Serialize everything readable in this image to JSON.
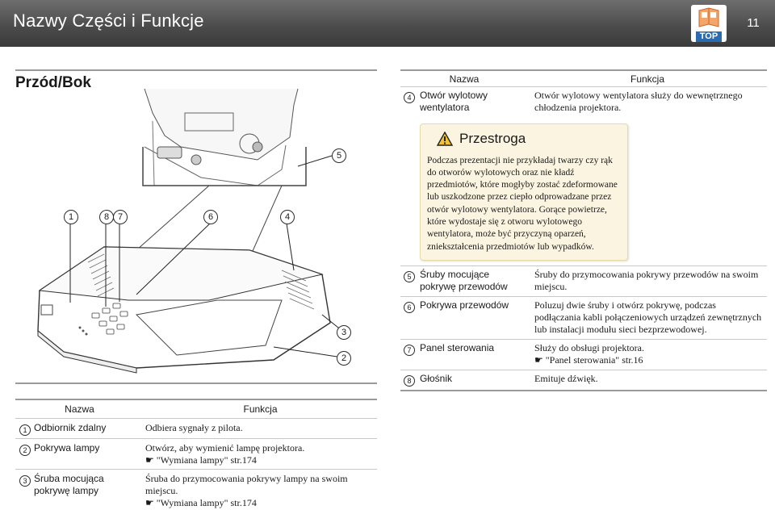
{
  "header": {
    "title": "Nazwy Części i Funkcje",
    "page_number": "11",
    "top_button_label": "TOP"
  },
  "section": {
    "title": "Przód/Bok"
  },
  "callouts": {
    "c1": "1",
    "c8": "8",
    "c7": "7",
    "c6": "6",
    "c4": "4",
    "c5": "5",
    "c3": "3",
    "c2": "2"
  },
  "right_table": {
    "header_name": "Nazwa",
    "header_function": "Funkcja",
    "rows": [
      {
        "marker": "4",
        "name": "Otwór wylotowy wentylatora",
        "function": "Otwór wylotowy wentylatora służy do wewnętrznego chłodzenia projektora."
      },
      {
        "marker": "5",
        "name": "Śruby mocujące pokrywę przewodów",
        "function": "Śruby do przymocowania pokrywy przewodów na swoim miejscu."
      },
      {
        "marker": "6",
        "name": "Pokrywa przewodów",
        "function": "Poluzuj dwie śruby i otwórz pokrywę, podczas podłączania kabli połączeniowych urządzeń zewnętrznych lub instalacji modułu sieci bezprzewodowej."
      },
      {
        "marker": "7",
        "name": "Panel sterowania",
        "function": "Służy do obsługi projektora.",
        "link": "\"Panel sterowania\" str.16"
      },
      {
        "marker": "8",
        "name": "Głośnik",
        "function": "Emituje dźwięk."
      }
    ]
  },
  "caution": {
    "title": "Przestroga",
    "text": "Podczas prezentacji nie przykładaj twarzy czy rąk do otworów wylotowych oraz nie kładź przedmiotów, które mogłyby zostać zdeformowane lub uszkodzone przez ciepło odprowadzane przez otwór wylotowy wentylatora. Gorące powietrze, które wydostaje się z otworu wylotowego wentylatora, może być przyczyną oparzeń, zniekształcenia przedmiotów lub wypadków."
  },
  "bottom_table": {
    "header_name": "Nazwa",
    "header_function": "Funkcja",
    "rows": [
      {
        "marker": "1",
        "name": "Odbiornik zdalny",
        "function": "Odbiera sygnały z pilota."
      },
      {
        "marker": "2",
        "name": "Pokrywa lampy",
        "function": "Otwórz, aby wymienić lampę projektora.",
        "link": "\"Wymiana lampy\" str.174"
      },
      {
        "marker": "3",
        "name": "Śruba mocująca pokrywę lampy",
        "function": "Śruba do przymocowania pokrywy lampy na swoim miejscu.",
        "link": "\"Wymiana lampy\" str.174"
      }
    ]
  },
  "colors": {
    "header_bg": "#4a4a4a",
    "caution_bg": "#fbf4e0",
    "top_label": "#2b6cb0"
  }
}
